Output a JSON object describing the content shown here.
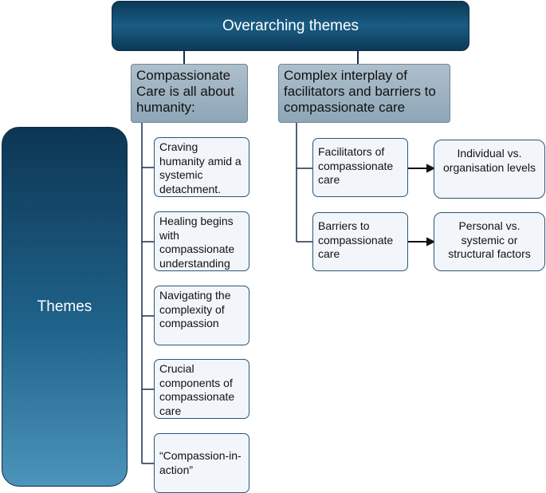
{
  "top": {
    "title": "Overarching themes"
  },
  "side": {
    "label": "Themes"
  },
  "theme1": {
    "title": "Compassionate Care is all about humanity:",
    "subthemes": [
      "Craving humanity amid a systemic detachment.",
      "Healing begins with compassionate understanding",
      "Navigating the complexity of compassion",
      "Crucial components of compassionate care",
      "“Compassion-in-action”"
    ]
  },
  "theme2": {
    "title": "Complex interplay of facilitators and barriers to compassionate care",
    "subthemes": [
      {
        "label": "Facilitators of compassionate care",
        "outcome": "Individual vs. organisation levels"
      },
      {
        "label": "Barriers to compassionate care",
        "outcome": "Personal vs. systemic or structural factors"
      }
    ]
  },
  "colors": {
    "dark_navy": "#0c3a57",
    "grey_box": "#9fb4c4",
    "sub_border": "#2a5676"
  }
}
